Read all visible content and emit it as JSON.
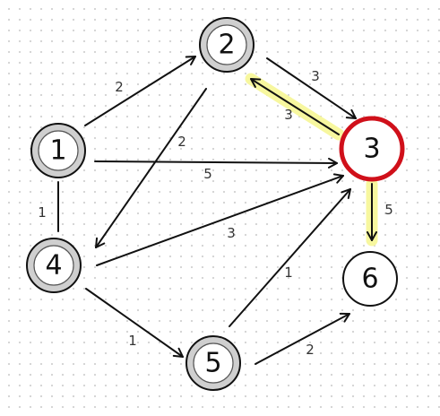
{
  "graph": {
    "nodes": [
      {
        "id": "1",
        "label": "1",
        "visited": true,
        "current": false
      },
      {
        "id": "2",
        "label": "2",
        "visited": true,
        "current": false
      },
      {
        "id": "3",
        "label": "3",
        "visited": false,
        "current": true
      },
      {
        "id": "4",
        "label": "4",
        "visited": true,
        "current": false
      },
      {
        "id": "5",
        "label": "5",
        "visited": true,
        "current": false
      },
      {
        "id": "6",
        "label": "6",
        "visited": false,
        "current": false
      }
    ],
    "edges": [
      {
        "from": "1",
        "to": "2",
        "weight": "2",
        "directed": true,
        "highlighted": false
      },
      {
        "from": "1",
        "to": "3",
        "weight": "5",
        "directed": true,
        "highlighted": false
      },
      {
        "from": "1",
        "to": "4",
        "weight": "1",
        "directed": false,
        "highlighted": false
      },
      {
        "from": "2",
        "to": "3",
        "weight": "3",
        "directed": true,
        "highlighted": false
      },
      {
        "from": "3",
        "to": "2",
        "weight": "3",
        "directed": true,
        "highlighted": true
      },
      {
        "from": "2",
        "to": "4",
        "weight": "2",
        "directed": true,
        "highlighted": false
      },
      {
        "from": "4",
        "to": "3",
        "weight": "3",
        "directed": true,
        "highlighted": false
      },
      {
        "from": "4",
        "to": "5",
        "weight": "1",
        "directed": true,
        "highlighted": false
      },
      {
        "from": "5",
        "to": "3",
        "weight": "1",
        "directed": true,
        "highlighted": false
      },
      {
        "from": "5",
        "to": "6",
        "weight": "2",
        "directed": true,
        "highlighted": false
      },
      {
        "from": "3",
        "to": "6",
        "weight": "5",
        "directed": true,
        "highlighted": true
      }
    ]
  },
  "colors": {
    "visited_fill": "#cfcfcf",
    "node_fill": "#ffffff",
    "node_stroke": "#111111",
    "current_ring": "#d0101a",
    "highlight": "#f7f79a"
  }
}
